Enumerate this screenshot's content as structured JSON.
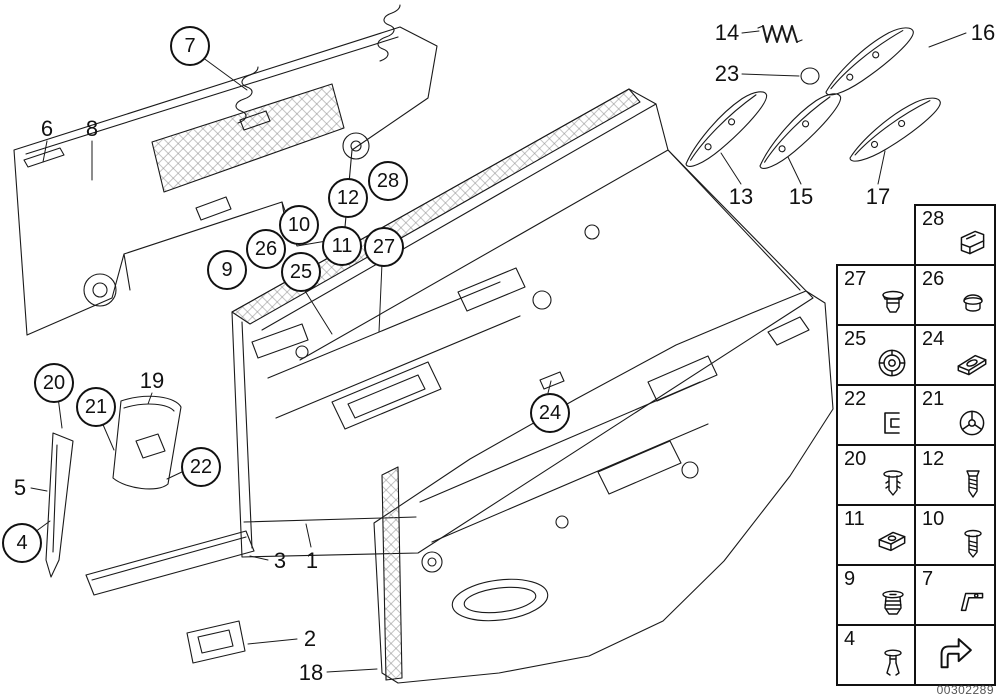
{
  "labels": {
    "1": "1",
    "2": "2",
    "3": "3",
    "4": "4",
    "5": "5",
    "6": "6",
    "7": "7",
    "8": "8",
    "9": "9",
    "10": "10",
    "11": "11",
    "12": "12",
    "13": "13",
    "14": "14",
    "15": "15",
    "16": "16",
    "17": "17",
    "18": "18",
    "19": "19",
    "20": "20",
    "21": "21",
    "22": "22",
    "23": "23",
    "24": "24",
    "25": "25",
    "26": "26",
    "27": "27",
    "28": "28"
  },
  "grid": {
    "cells": [
      {
        "num": "28",
        "icon": "sheet-clip-icon"
      },
      {
        "num": "27",
        "icon": "expanding-rivet-icon"
      },
      {
        "num": "26",
        "icon": "grommet-icon"
      },
      {
        "num": "25",
        "icon": "washer-fastener-icon"
      },
      {
        "num": "24",
        "icon": "retainer-plate-icon"
      },
      {
        "num": "22",
        "icon": "spring-clamp-icon"
      },
      {
        "num": "21",
        "icon": "rosette-nut-icon"
      },
      {
        "num": "20",
        "icon": "push-rivet-icon"
      },
      {
        "num": "12",
        "icon": "tapping-screw-icon"
      },
      {
        "num": "11",
        "icon": "clip-nut-icon"
      },
      {
        "num": "10",
        "icon": "pan-screw-icon"
      },
      {
        "num": "9",
        "icon": "expansion-grommet-icon"
      },
      {
        "num": "7",
        "icon": "spring-clip-icon"
      },
      {
        "num": "4",
        "icon": "push-pin-icon"
      },
      {
        "num": "",
        "icon": "continuation-arrow-icon"
      }
    ]
  },
  "footer": {
    "doc_number": "00302289"
  },
  "colors": {
    "line": "#1a1a1a",
    "background": "#ffffff"
  }
}
